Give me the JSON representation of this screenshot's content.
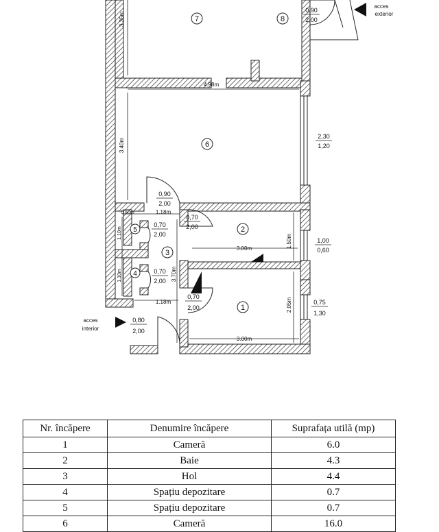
{
  "plan": {
    "rooms": [
      {
        "id": "7",
        "label": "7"
      },
      {
        "id": "8",
        "label": "8"
      },
      {
        "id": "6",
        "label": "6"
      },
      {
        "id": "5",
        "label": "5"
      },
      {
        "id": "3",
        "label": "3"
      },
      {
        "id": "2",
        "label": "2"
      },
      {
        "id": "4",
        "label": "4"
      },
      {
        "id": "1",
        "label": "1"
      }
    ],
    "dimensions": {
      "d_335": "3.35m",
      "d_498": "4.98m",
      "d_340": "3.40m",
      "d_060": "0.60m",
      "d_118a": "1.18m",
      "d_110a": "1.10m",
      "d_110b": "1.10m",
      "d_300a": "3.00m",
      "d_150": "1.50m",
      "d_370": "3.70m",
      "d_118b": "1.18m",
      "d_205": "2.05m",
      "d_300b": "3.00m"
    },
    "openings": [
      {
        "id": "o8",
        "top": "0,90",
        "bottom": "2,00"
      },
      {
        "id": "w6",
        "top": "2,30",
        "bottom": "1,20"
      },
      {
        "id": "d6",
        "top": "0,90",
        "bottom": "2,00"
      },
      {
        "id": "d5",
        "top": "0,70",
        "bottom": "2,00"
      },
      {
        "id": "d2",
        "top": "0,70",
        "bottom": "2,00"
      },
      {
        "id": "w2",
        "top": "1,00",
        "bottom": "0,60"
      },
      {
        "id": "d4",
        "top": "0,70",
        "bottom": "2,00"
      },
      {
        "id": "d1",
        "top": "0,70",
        "bottom": "2,00"
      },
      {
        "id": "w1",
        "top": "0,75",
        "bottom": "1,30"
      },
      {
        "id": "de",
        "top": "0,80",
        "bottom": "2,00"
      }
    ],
    "access_exterior": [
      "acces",
      "exterior"
    ],
    "access_interior": [
      "acces",
      "interior"
    ]
  },
  "table": {
    "headers": [
      "Nr. încăpere",
      "Denumire încăpere",
      "Suprafața utilă (mp)"
    ],
    "rows": [
      [
        "1",
        "Cameră",
        "6.0"
      ],
      [
        "2",
        "Baie",
        "4.3"
      ],
      [
        "3",
        "Hol",
        "4.4"
      ],
      [
        "4",
        "Spațiu depozitare",
        "0.7"
      ],
      [
        "5",
        "Spațiu depozitare",
        "0.7"
      ],
      [
        "6",
        "Cameră",
        "16.0"
      ]
    ]
  }
}
